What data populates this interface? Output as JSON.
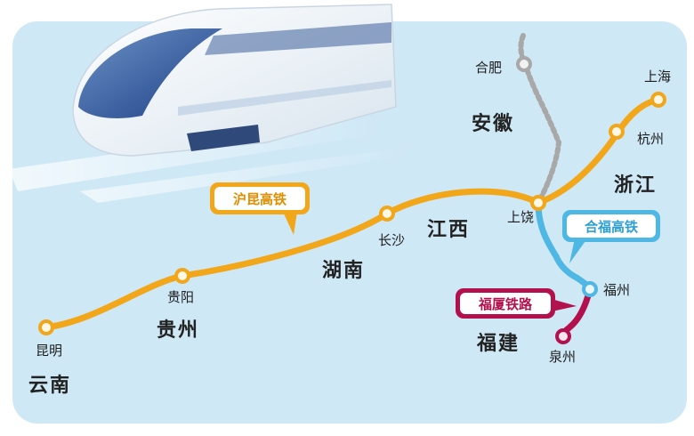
{
  "colors": {
    "background": "#cfe8f6",
    "border": "#b9d7ea",
    "hukun_line": "#f2a71b",
    "hefu_line": "#4fb7e4",
    "fuxia_line": "#b3114d",
    "hefei_branch": "#a8a8a8"
  },
  "cities": {
    "kunming": "昆明",
    "guiyang": "贵阳",
    "changsha": "长沙",
    "shangrao": "上饶",
    "hangzhou": "杭州",
    "shanghai": "上海",
    "hefei": "合肥",
    "fuzhou": "福州",
    "quanzhou": "泉州"
  },
  "provinces": {
    "yunnan": "云南",
    "guizhou": "贵州",
    "hunan": "湖南",
    "jiangxi": "江西",
    "zhejiang": "浙江",
    "anhui": "安徽",
    "fujian": "福建"
  },
  "lines": {
    "hukun": "沪昆高铁",
    "hefu": "合福高铁",
    "fuxia": "福厦铁路"
  }
}
